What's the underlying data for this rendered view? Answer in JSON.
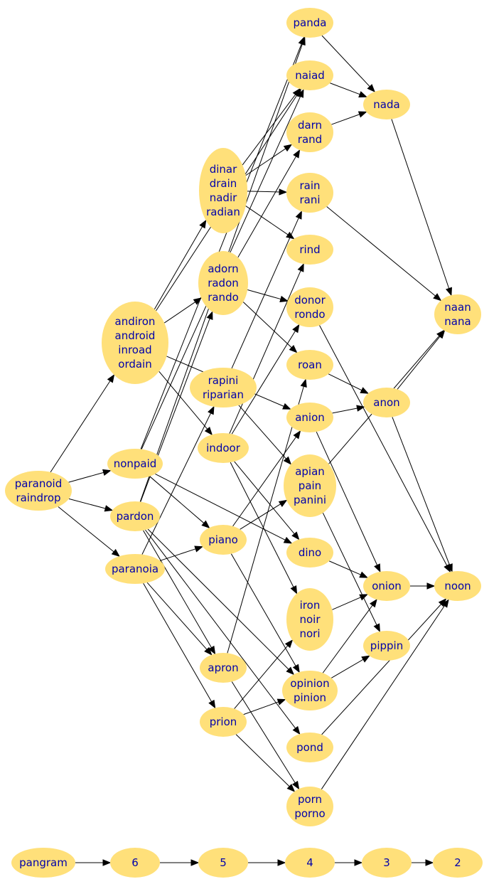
{
  "colors": {
    "node_fill": "#FFE07A",
    "label_text": "#0000aa",
    "edge": "#000000",
    "background": "#ffffff"
  },
  "nodes": [
    {
      "id": "paranoid_raindrop",
      "words": [
        "paranoid",
        "raindrop"
      ]
    },
    {
      "id": "andiron",
      "words": [
        "andiron",
        "android",
        "inroad",
        "ordain"
      ]
    },
    {
      "id": "nonpaid",
      "words": [
        "nonpaid"
      ]
    },
    {
      "id": "pardon",
      "words": [
        "pardon"
      ]
    },
    {
      "id": "paranoia",
      "words": [
        "paranoia"
      ]
    },
    {
      "id": "dinar",
      "words": [
        "dinar",
        "drain",
        "nadir",
        "radian"
      ]
    },
    {
      "id": "adorn",
      "words": [
        "adorn",
        "radon",
        "rando"
      ]
    },
    {
      "id": "rapini",
      "words": [
        "rapini",
        "riparian"
      ]
    },
    {
      "id": "indoor",
      "words": [
        "indoor"
      ]
    },
    {
      "id": "piano",
      "words": [
        "piano"
      ]
    },
    {
      "id": "apron",
      "words": [
        "apron"
      ]
    },
    {
      "id": "prion",
      "words": [
        "prion"
      ]
    },
    {
      "id": "panda",
      "words": [
        "panda"
      ]
    },
    {
      "id": "naiad",
      "words": [
        "naiad"
      ]
    },
    {
      "id": "darn",
      "words": [
        "darn",
        "rand"
      ]
    },
    {
      "id": "rain",
      "words": [
        "rain",
        "rani"
      ]
    },
    {
      "id": "rind",
      "words": [
        "rind"
      ]
    },
    {
      "id": "donor",
      "words": [
        "donor",
        "rondo"
      ]
    },
    {
      "id": "roan",
      "words": [
        "roan"
      ]
    },
    {
      "id": "anion",
      "words": [
        "anion"
      ]
    },
    {
      "id": "apian",
      "words": [
        "apian",
        "pain",
        "panini"
      ]
    },
    {
      "id": "dino",
      "words": [
        "dino"
      ]
    },
    {
      "id": "iron",
      "words": [
        "iron",
        "noir",
        "nori"
      ]
    },
    {
      "id": "opinion",
      "words": [
        "opinion",
        "pinion"
      ]
    },
    {
      "id": "pond",
      "words": [
        "pond"
      ]
    },
    {
      "id": "porn",
      "words": [
        "porn",
        "porno"
      ]
    },
    {
      "id": "nada",
      "words": [
        "nada"
      ]
    },
    {
      "id": "anon",
      "words": [
        "anon"
      ]
    },
    {
      "id": "onion",
      "words": [
        "onion"
      ]
    },
    {
      "id": "pippin",
      "words": [
        "pippin"
      ]
    },
    {
      "id": "naan",
      "words": [
        "naan",
        "nana"
      ]
    },
    {
      "id": "noon",
      "words": [
        "noon"
      ]
    },
    {
      "id": "pangram",
      "words": [
        "pangram"
      ]
    },
    {
      "id": "n6",
      "words": [
        "6"
      ]
    },
    {
      "id": "n5",
      "words": [
        "5"
      ]
    },
    {
      "id": "n4",
      "words": [
        "4"
      ]
    },
    {
      "id": "n3",
      "words": [
        "3"
      ]
    },
    {
      "id": "n2",
      "words": [
        "2"
      ]
    }
  ],
  "edges": [
    {
      "from": "paranoid_raindrop",
      "to": "andiron"
    },
    {
      "from": "paranoid_raindrop",
      "to": "nonpaid"
    },
    {
      "from": "paranoid_raindrop",
      "to": "pardon"
    },
    {
      "from": "paranoid_raindrop",
      "to": "paranoia"
    },
    {
      "from": "andiron",
      "to": "dinar"
    },
    {
      "from": "andiron",
      "to": "adorn"
    },
    {
      "from": "andiron",
      "to": "indoor"
    },
    {
      "from": "andiron",
      "to": "naiad"
    },
    {
      "from": "andiron",
      "to": "anion"
    },
    {
      "from": "nonpaid",
      "to": "panda"
    },
    {
      "from": "nonpaid",
      "to": "naiad"
    },
    {
      "from": "nonpaid",
      "to": "piano"
    },
    {
      "from": "nonpaid",
      "to": "dino"
    },
    {
      "from": "pardon",
      "to": "panda"
    },
    {
      "from": "pardon",
      "to": "adorn"
    },
    {
      "from": "pardon",
      "to": "apron"
    },
    {
      "from": "pardon",
      "to": "pond"
    },
    {
      "from": "pardon",
      "to": "opinion"
    },
    {
      "from": "paranoia",
      "to": "rapini"
    },
    {
      "from": "paranoia",
      "to": "piano"
    },
    {
      "from": "paranoia",
      "to": "apron"
    },
    {
      "from": "paranoia",
      "to": "prion"
    },
    {
      "from": "dinar",
      "to": "naiad"
    },
    {
      "from": "dinar",
      "to": "darn"
    },
    {
      "from": "dinar",
      "to": "rain"
    },
    {
      "from": "dinar",
      "to": "rind"
    },
    {
      "from": "adorn",
      "to": "darn"
    },
    {
      "from": "adorn",
      "to": "donor"
    },
    {
      "from": "adorn",
      "to": "roan"
    },
    {
      "from": "rapini",
      "to": "rain"
    },
    {
      "from": "rapini",
      "to": "apian"
    },
    {
      "from": "indoor",
      "to": "rind"
    },
    {
      "from": "indoor",
      "to": "donor"
    },
    {
      "from": "indoor",
      "to": "dino"
    },
    {
      "from": "indoor",
      "to": "iron"
    },
    {
      "from": "piano",
      "to": "anion"
    },
    {
      "from": "piano",
      "to": "apian"
    },
    {
      "from": "piano",
      "to": "opinion"
    },
    {
      "from": "apron",
      "to": "roan"
    },
    {
      "from": "apron",
      "to": "porn"
    },
    {
      "from": "prion",
      "to": "iron"
    },
    {
      "from": "prion",
      "to": "opinion"
    },
    {
      "from": "prion",
      "to": "porn"
    },
    {
      "from": "panda",
      "to": "nada"
    },
    {
      "from": "naiad",
      "to": "nada"
    },
    {
      "from": "darn",
      "to": "nada"
    },
    {
      "from": "rain",
      "to": "naan"
    },
    {
      "from": "donor",
      "to": "noon"
    },
    {
      "from": "roan",
      "to": "anon"
    },
    {
      "from": "anion",
      "to": "anon"
    },
    {
      "from": "anion",
      "to": "onion"
    },
    {
      "from": "apian",
      "to": "naan"
    },
    {
      "from": "apian",
      "to": "pippin"
    },
    {
      "from": "dino",
      "to": "onion"
    },
    {
      "from": "iron",
      "to": "onion"
    },
    {
      "from": "opinion",
      "to": "onion"
    },
    {
      "from": "opinion",
      "to": "pippin"
    },
    {
      "from": "pond",
      "to": "noon"
    },
    {
      "from": "porn",
      "to": "noon"
    },
    {
      "from": "nada",
      "to": "naan"
    },
    {
      "from": "anon",
      "to": "naan"
    },
    {
      "from": "anon",
      "to": "noon"
    },
    {
      "from": "onion",
      "to": "noon"
    },
    {
      "from": "pangram",
      "to": "n6"
    },
    {
      "from": "n6",
      "to": "n5"
    },
    {
      "from": "n5",
      "to": "n4"
    },
    {
      "from": "n4",
      "to": "n3"
    },
    {
      "from": "n3",
      "to": "n2"
    }
  ]
}
